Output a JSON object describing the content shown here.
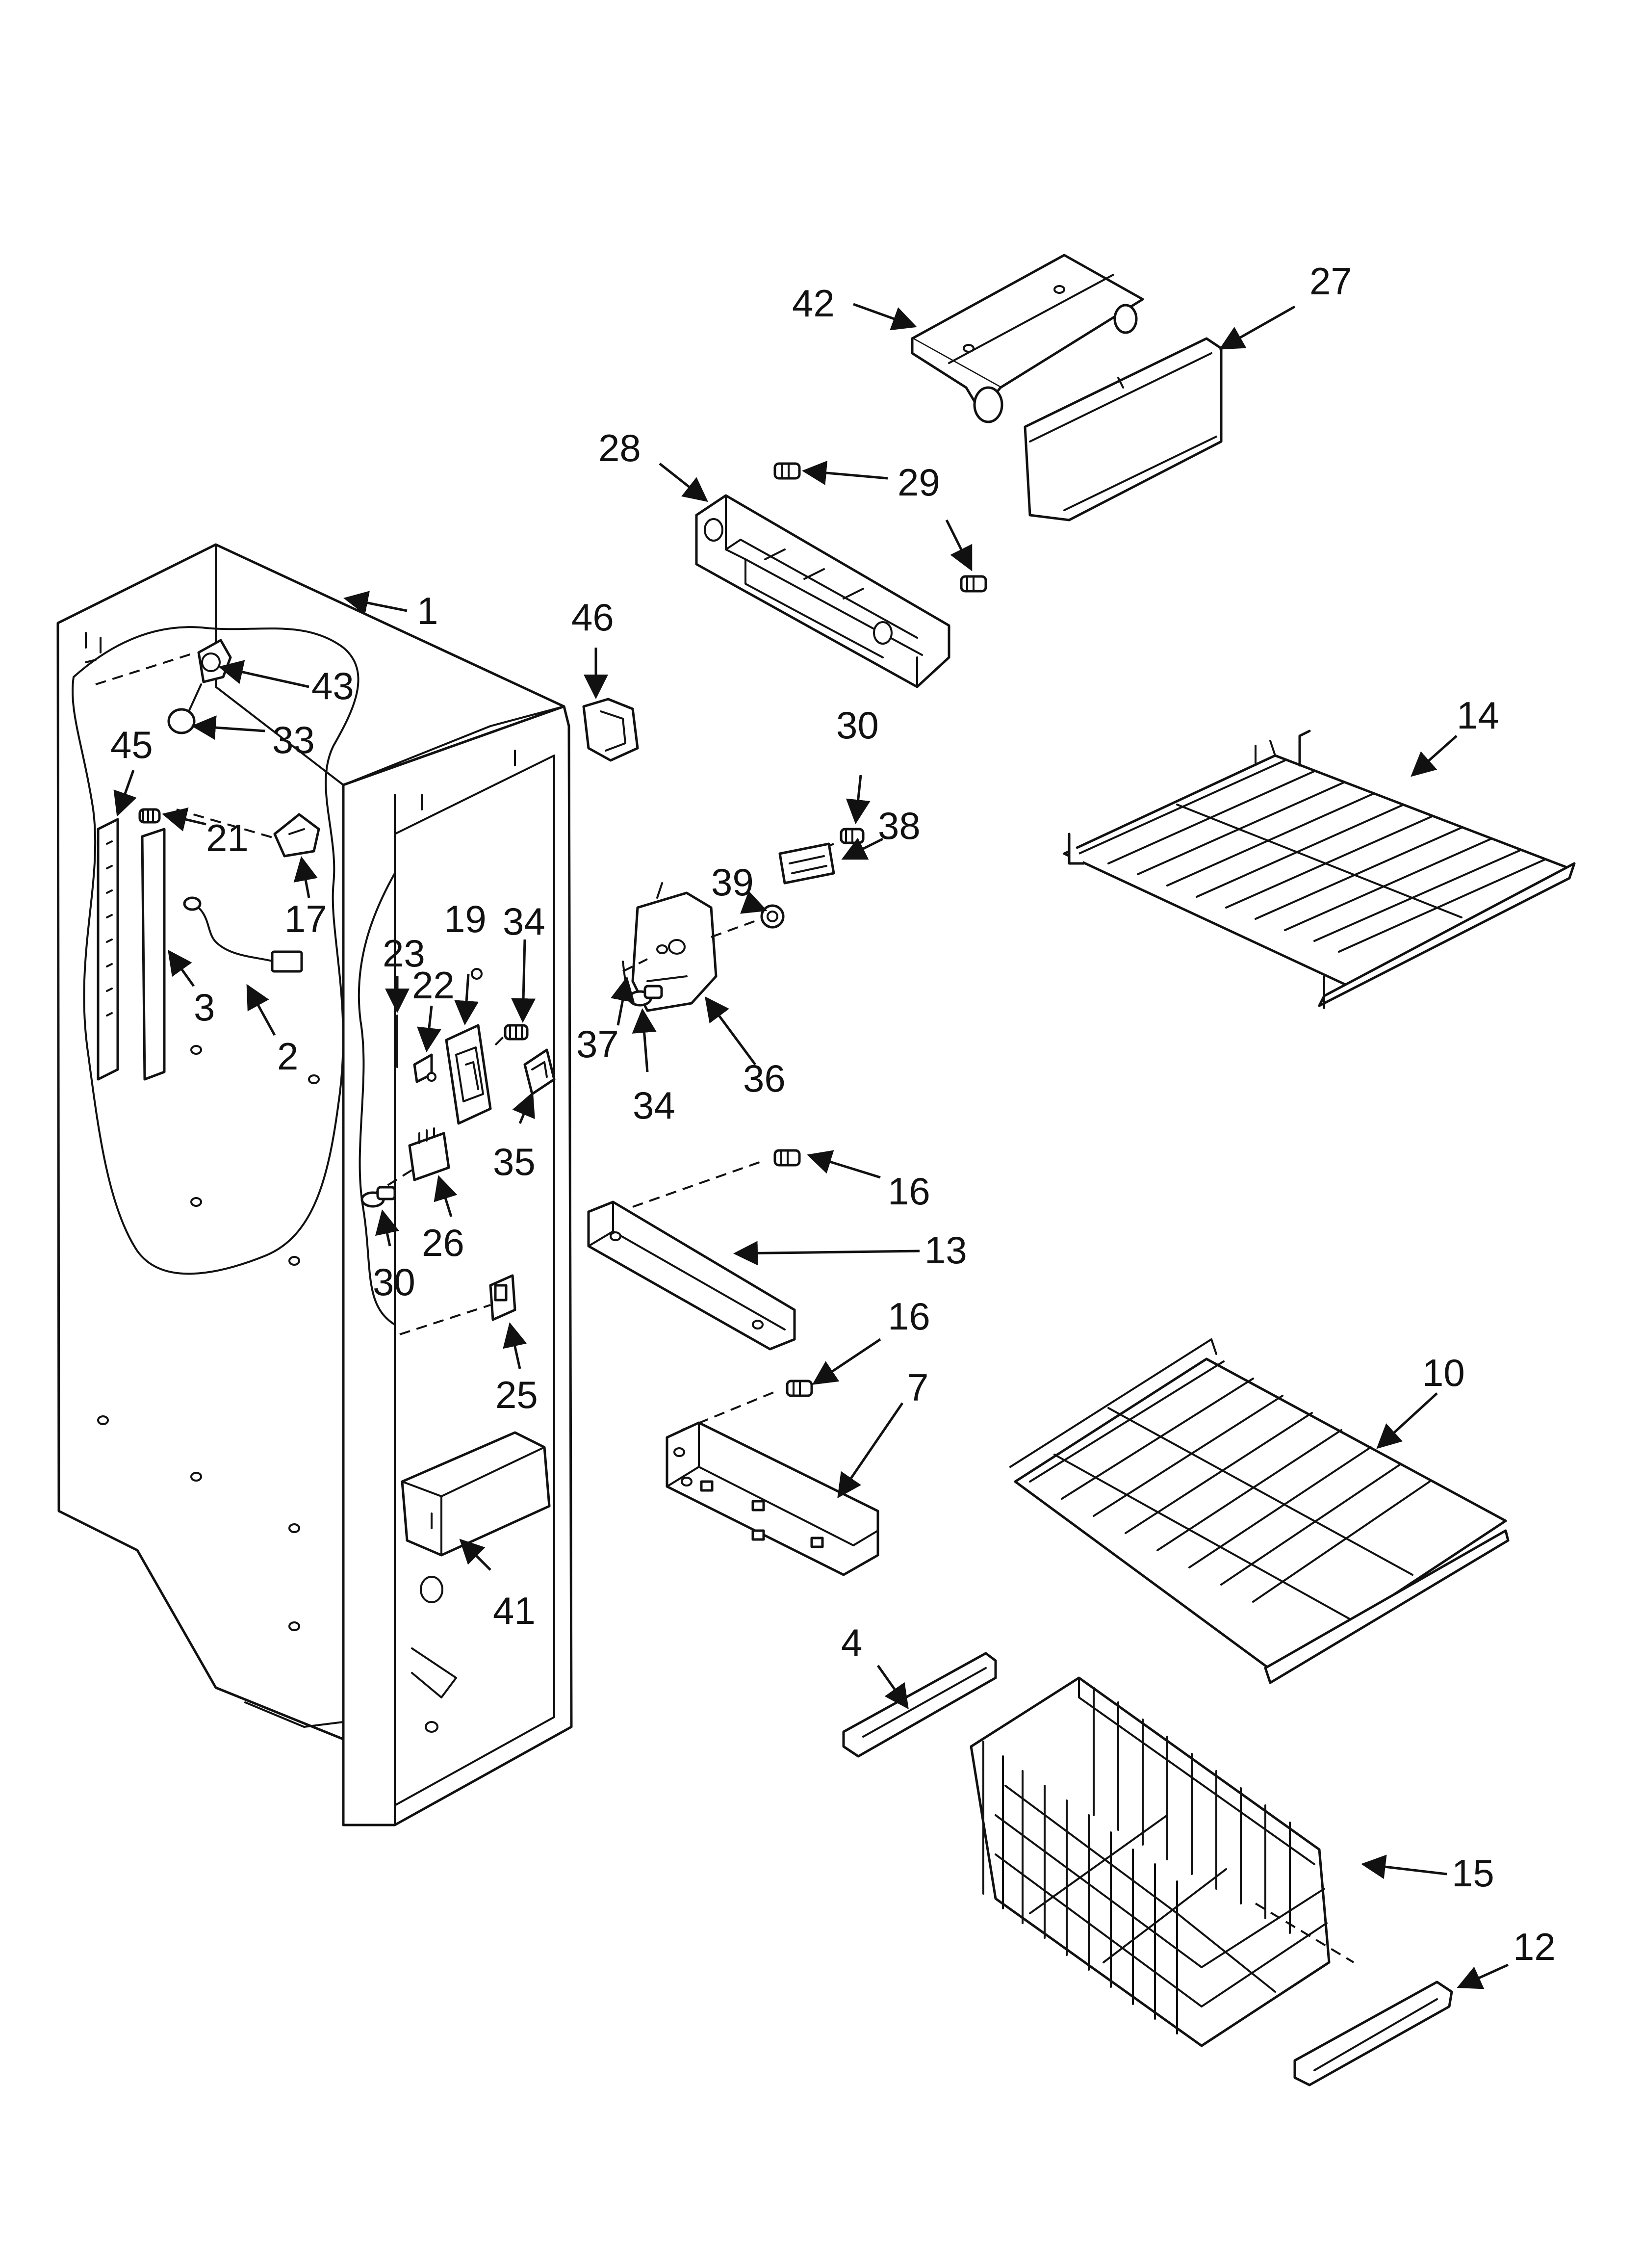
{
  "diagram": {
    "callouts": [
      "1",
      "2",
      "3",
      "4",
      "7",
      "10",
      "12",
      "13",
      "14",
      "15",
      "16",
      "16",
      "17",
      "19",
      "21",
      "22",
      "23",
      "25",
      "26",
      "27",
      "28",
      "29",
      "30",
      "30",
      "33",
      "34",
      "34",
      "35",
      "36",
      "37",
      "38",
      "39",
      "41",
      "42",
      "43",
      "45",
      "46"
    ]
  }
}
